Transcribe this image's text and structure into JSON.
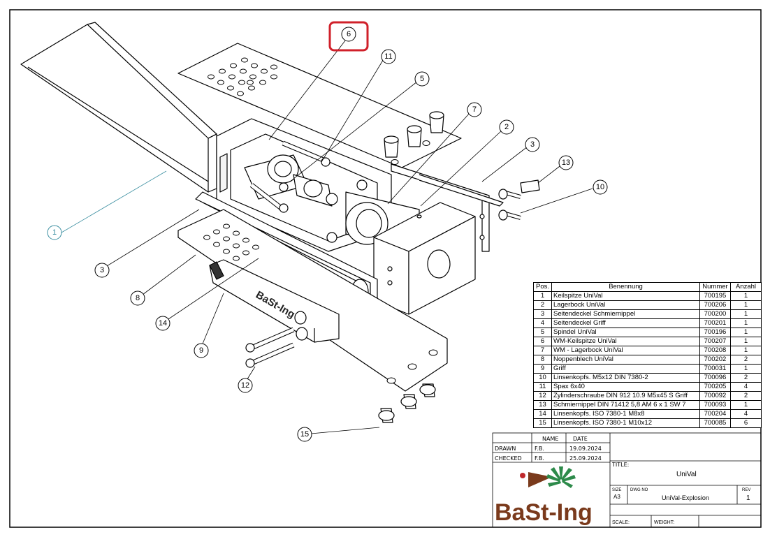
{
  "highlight_color": "#d0202a",
  "leader_color_1": "#3a8ea0",
  "bubbles": [
    "1",
    "2",
    "3",
    "3",
    "5",
    "6",
    "7",
    "8",
    "9",
    "10",
    "11",
    "12",
    "13",
    "14",
    "15"
  ],
  "label_on_handle": "BaSt-Ing",
  "bom": {
    "headers": [
      "Pos.",
      "Benennung",
      "Nummer",
      "Anzahl"
    ],
    "rows": [
      [
        "1",
        "Keilspitze UniVal",
        "700195",
        "1"
      ],
      [
        "2",
        "Lagerbock UniVal",
        "700206",
        "1"
      ],
      [
        "3",
        "Seitendeckel Schmiernippel",
        "700200",
        "1"
      ],
      [
        "4",
        "Seitendeckel Griff",
        "700201",
        "1"
      ],
      [
        "5",
        "Spindel UniVal",
        "700196",
        "1"
      ],
      [
        "6",
        "WM-Keilspitze UniVal",
        "700207",
        "1"
      ],
      [
        "7",
        "WM - Lagerbock UniVal",
        "700208",
        "1"
      ],
      [
        "8",
        "Noppenblech UniVal",
        "700202",
        "2"
      ],
      [
        "9",
        "Griff",
        "700031",
        "1"
      ],
      [
        "10",
        "Linsenkopfs. M5x12 DIN 7380-2",
        "700096",
        "2"
      ],
      [
        "11",
        "Spax 6x40",
        "700205",
        "4"
      ],
      [
        "12",
        "Zylinderschraube DIN 912 10.9 M5x45 S Griff",
        "700092",
        "2"
      ],
      [
        "13",
        "Schmiernippel DIN 71412 5,8 AM 6 x 1 SW 7",
        "700093",
        "1"
      ],
      [
        "14",
        "Linsenkopfs. ISO 7380-1 M8x8",
        "700204",
        "4"
      ],
      [
        "15",
        "Linsenkopfs. ISO 7380-1 M10x12",
        "700085",
        "6"
      ]
    ]
  },
  "title_block": {
    "name_header": "NAME",
    "date_header": "DATE",
    "drawn_label": "DRAWN",
    "drawn_name": "F.B.",
    "drawn_date": "19.09.2024",
    "checked_label": "CHECKED",
    "checked_name": "F.B.",
    "checked_date": "25.09.2024",
    "title_label": "TITLE:",
    "title": "UniVal",
    "size_label": "SIZE",
    "size": "A3",
    "dwg_label": "DWG NO",
    "dwg_no": "UniVal-Explosion",
    "rev_label": "REV",
    "rev": "1",
    "scale_label": "SCALE:",
    "weight_label": "WEIGHT:",
    "logo_text": "BaSt-Ing",
    "logo_colors": {
      "brown": "#7a3a1c",
      "green": "#2d8a4a",
      "red": "#c0282c"
    }
  }
}
